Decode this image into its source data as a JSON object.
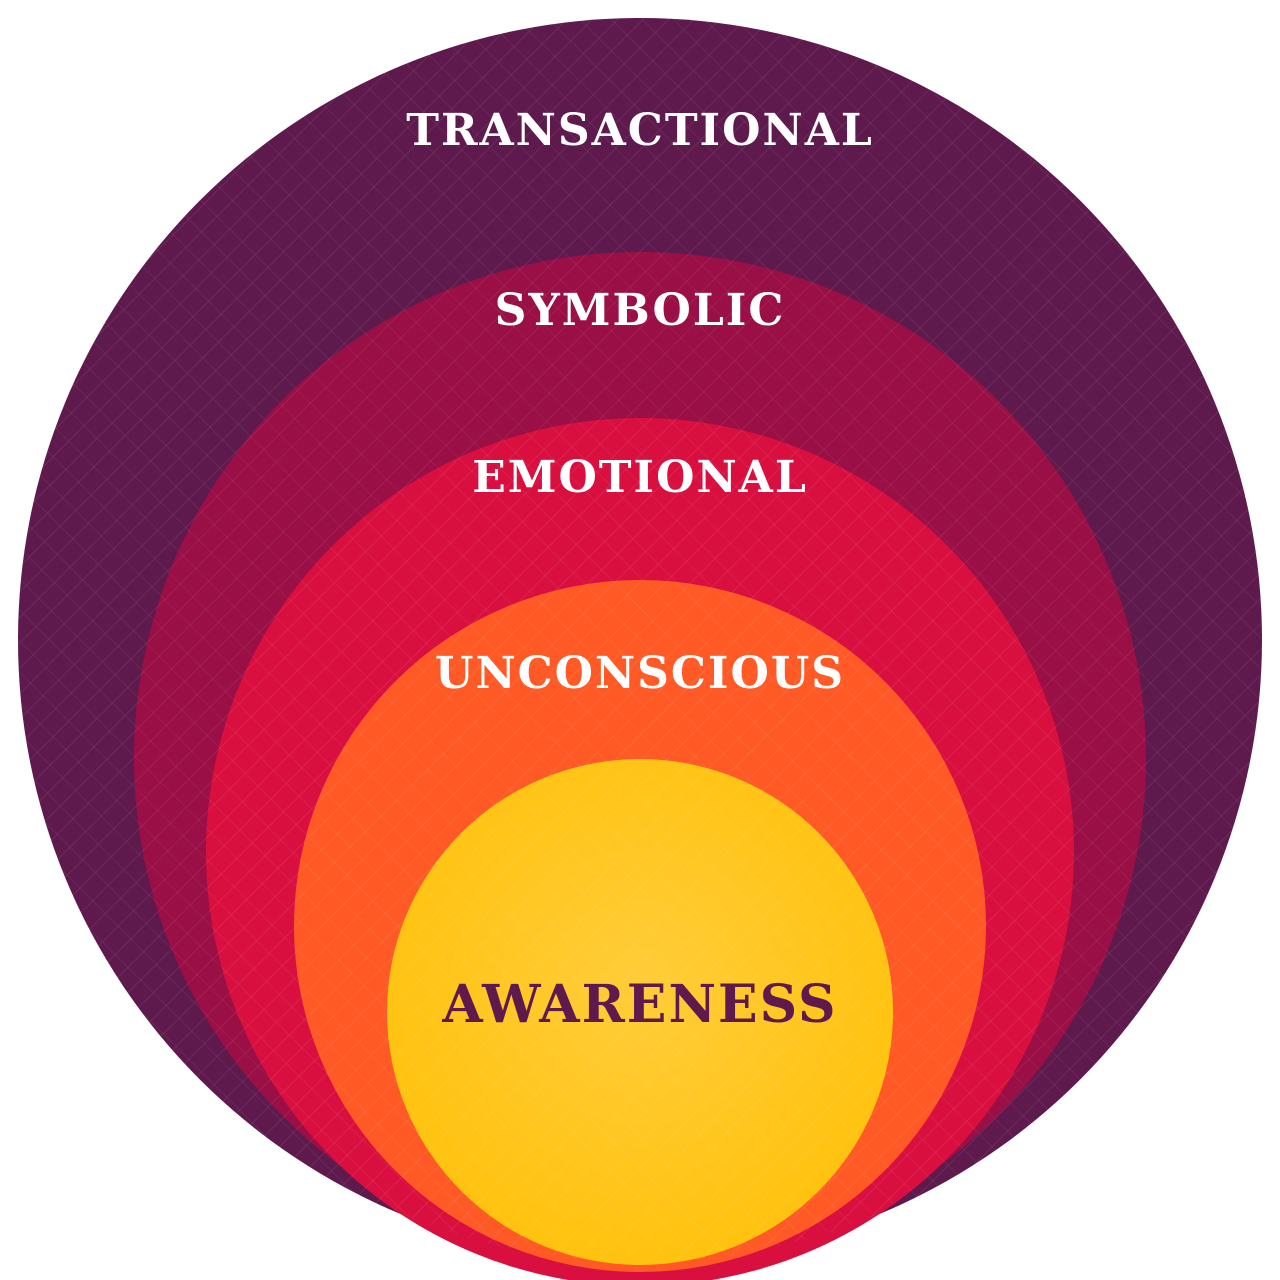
{
  "diagram": {
    "layers": [
      {
        "label": "TRANSACTIONAL",
        "color": "#5f1a4d",
        "label_color": "#ffffff"
      },
      {
        "label": "SYMBOLIC",
        "color": "#9a0f45",
        "label_color": "#ffffff"
      },
      {
        "label": "EMOTIONAL",
        "color": "#d9103f",
        "label_color": "#ffffff"
      },
      {
        "label": "UNCONSCIOUS",
        "color": "#ff5a26",
        "label_color": "#ffffff"
      },
      {
        "label": "AWARENESS",
        "color": "#ffc20e",
        "label_color": "#5f1a4d"
      }
    ]
  }
}
